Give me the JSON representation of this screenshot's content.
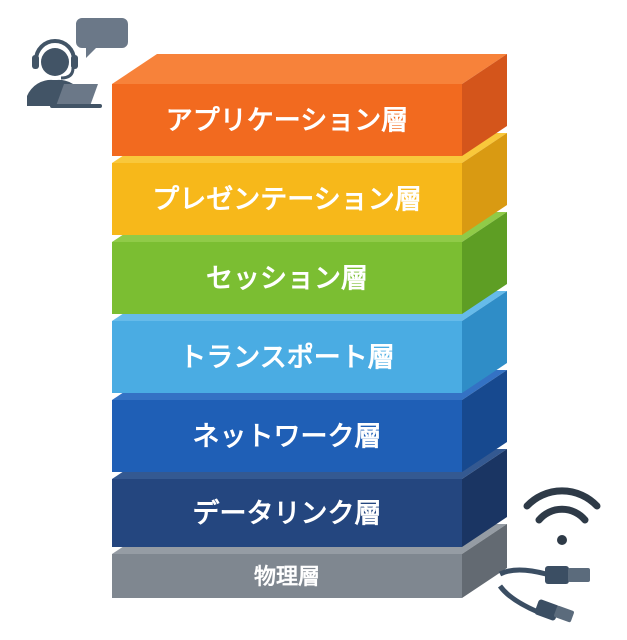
{
  "layers": [
    {
      "label": "アプリケーション層",
      "front": "#F26A1F",
      "side": "#D4551B",
      "top": "#F7823A"
    },
    {
      "label": "プレゼンテーション層",
      "front": "#F7B81A",
      "side": "#D99A12",
      "top": "#F9C83B"
    },
    {
      "label": "セッション層",
      "front": "#7BBE32",
      "side": "#5E9E24",
      "top": "#90CB48"
    },
    {
      "label": "トランスポート層",
      "front": "#4AACE3",
      "side": "#2F8DC7",
      "top": "#66BBEA"
    },
    {
      "label": "ネットワーク層",
      "front": "#1F5FB6",
      "side": "#17498F",
      "top": "#3472C4"
    },
    {
      "label": "データリンク層",
      "front": "#24467F",
      "side": "#1A3563",
      "top": "#345991"
    },
    {
      "label": "物理層",
      "front": "#7F8790",
      "side": "#636A72",
      "top": "#959CA4"
    }
  ],
  "icons": {
    "user": "headset-user-laptop-icon",
    "wifi": "wifi-icon",
    "cable": "usb-cable-icon",
    "colors": {
      "user": "#425466",
      "speech": "#6B7888",
      "wifi": "#2E3A47",
      "cable": "#3B4E63"
    }
  }
}
